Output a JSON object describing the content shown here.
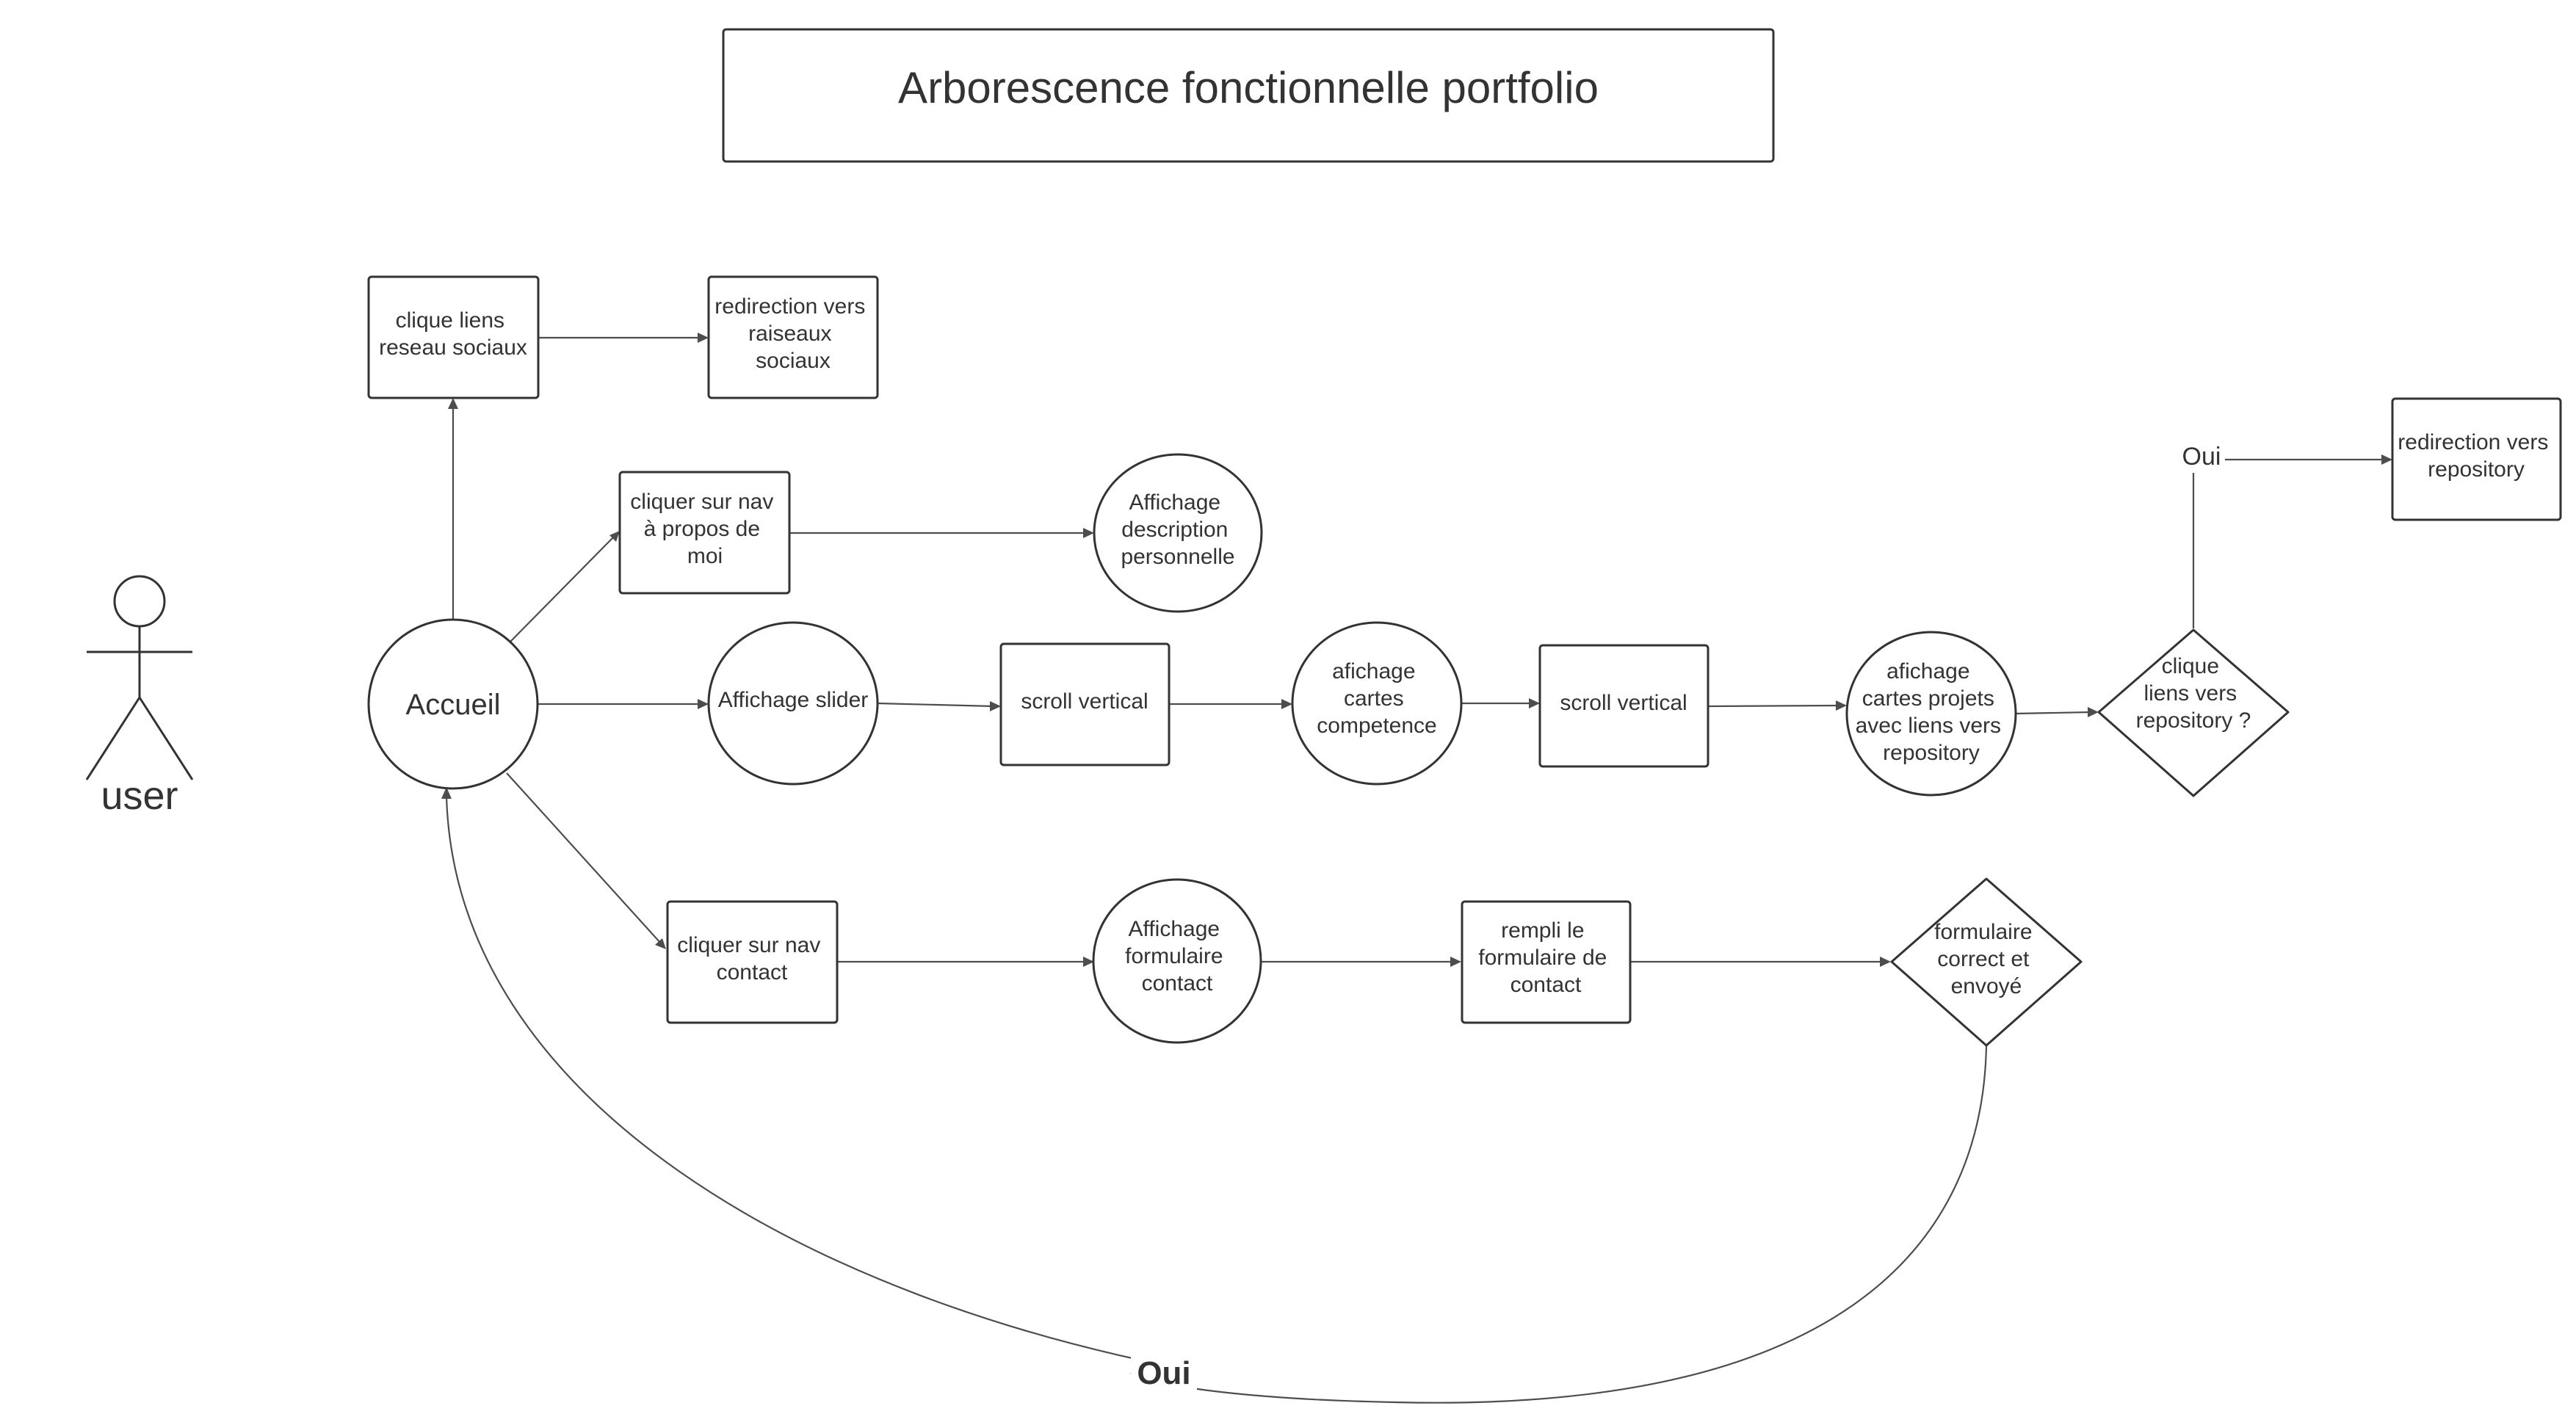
{
  "title": "Arborescence fonctionnelle portfolio",
  "actor": {
    "label": "user"
  },
  "nodes": {
    "accueil": "Accueil",
    "clique_liens": [
      "clique liens",
      "reseau sociaux"
    ],
    "redirection_sociaux": [
      "redirection vers",
      "raiseaux",
      "sociaux"
    ],
    "cliquer_nav_apropos": [
      "cliquer sur nav",
      "à propos de",
      "moi"
    ],
    "affichage_description": [
      "Affichage",
      "description",
      "personnelle"
    ],
    "affichage_slider": "Affichage slider",
    "scroll_vertical_1": "scroll vertical",
    "afichage_competence": [
      "afichage",
      "cartes",
      "competence"
    ],
    "scroll_vertical_2": "scroll vertical",
    "afichage_projets": [
      "afichage",
      "cartes projets",
      "avec liens vers",
      "repository"
    ],
    "decision_repository": [
      "clique",
      "liens vers",
      "repository ?"
    ],
    "redirection_repository": [
      "redirection vers",
      "repository"
    ],
    "cliquer_nav_contact": [
      "cliquer sur nav",
      "contact"
    ],
    "affichage_formulaire": [
      "Affichage",
      "formulaire",
      "contact"
    ],
    "rempli_formulaire": [
      "rempli le",
      "formulaire de",
      "contact"
    ],
    "decision_formulaire": [
      "formulaire",
      "correct et",
      "envoyé"
    ]
  },
  "edge_labels": {
    "repository_oui": "Oui",
    "formulaire_oui": "Oui"
  },
  "colors": {
    "stroke": "#333333",
    "edge": "#4d4d4d",
    "background": "#ffffff"
  }
}
